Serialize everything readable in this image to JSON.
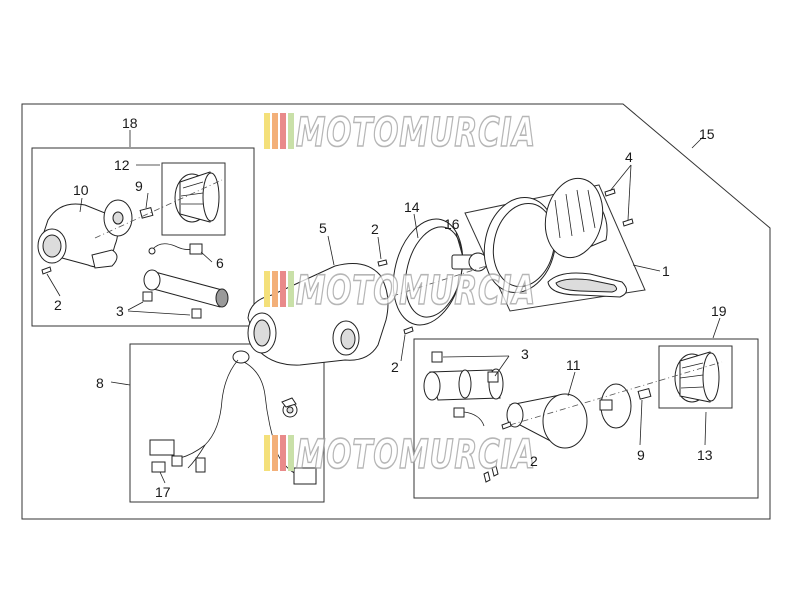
{
  "watermark": {
    "text": "MOTOMURCIA",
    "stripe_colors": [
      "#f4e07a",
      "#f3b07a",
      "#e98a8a",
      "#c9e0a8"
    ]
  },
  "callouts": {
    "c1": "1",
    "c2a": "2",
    "c2b": "2",
    "c2c": "2",
    "c2d": "2",
    "c3a": "3",
    "c3b": "3",
    "c4": "4",
    "c5": "5",
    "c6": "6",
    "c8": "8",
    "c9a": "9",
    "c9b": "9",
    "c10": "10",
    "c11": "11",
    "c12": "12",
    "c13": "13",
    "c14": "14",
    "c15": "15",
    "c16": "16",
    "c17": "17",
    "c18": "18",
    "c19": "19"
  },
  "colors": {
    "line": "#222222",
    "fill_light": "#dcdcdc",
    "fill_dark": "#9a9a9a"
  }
}
